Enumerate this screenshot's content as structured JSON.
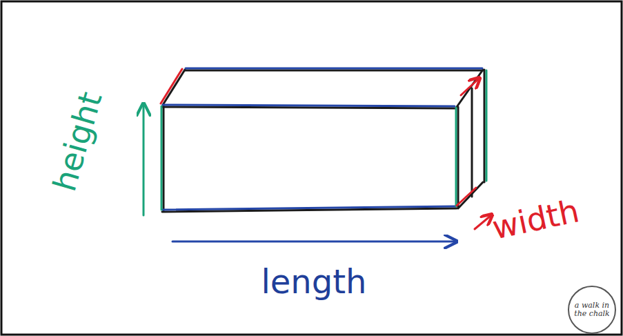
{
  "diagram": {
    "labels": [
      "height",
      "length",
      "width",
      "a walk in the chalk"
    ]
  }
}
